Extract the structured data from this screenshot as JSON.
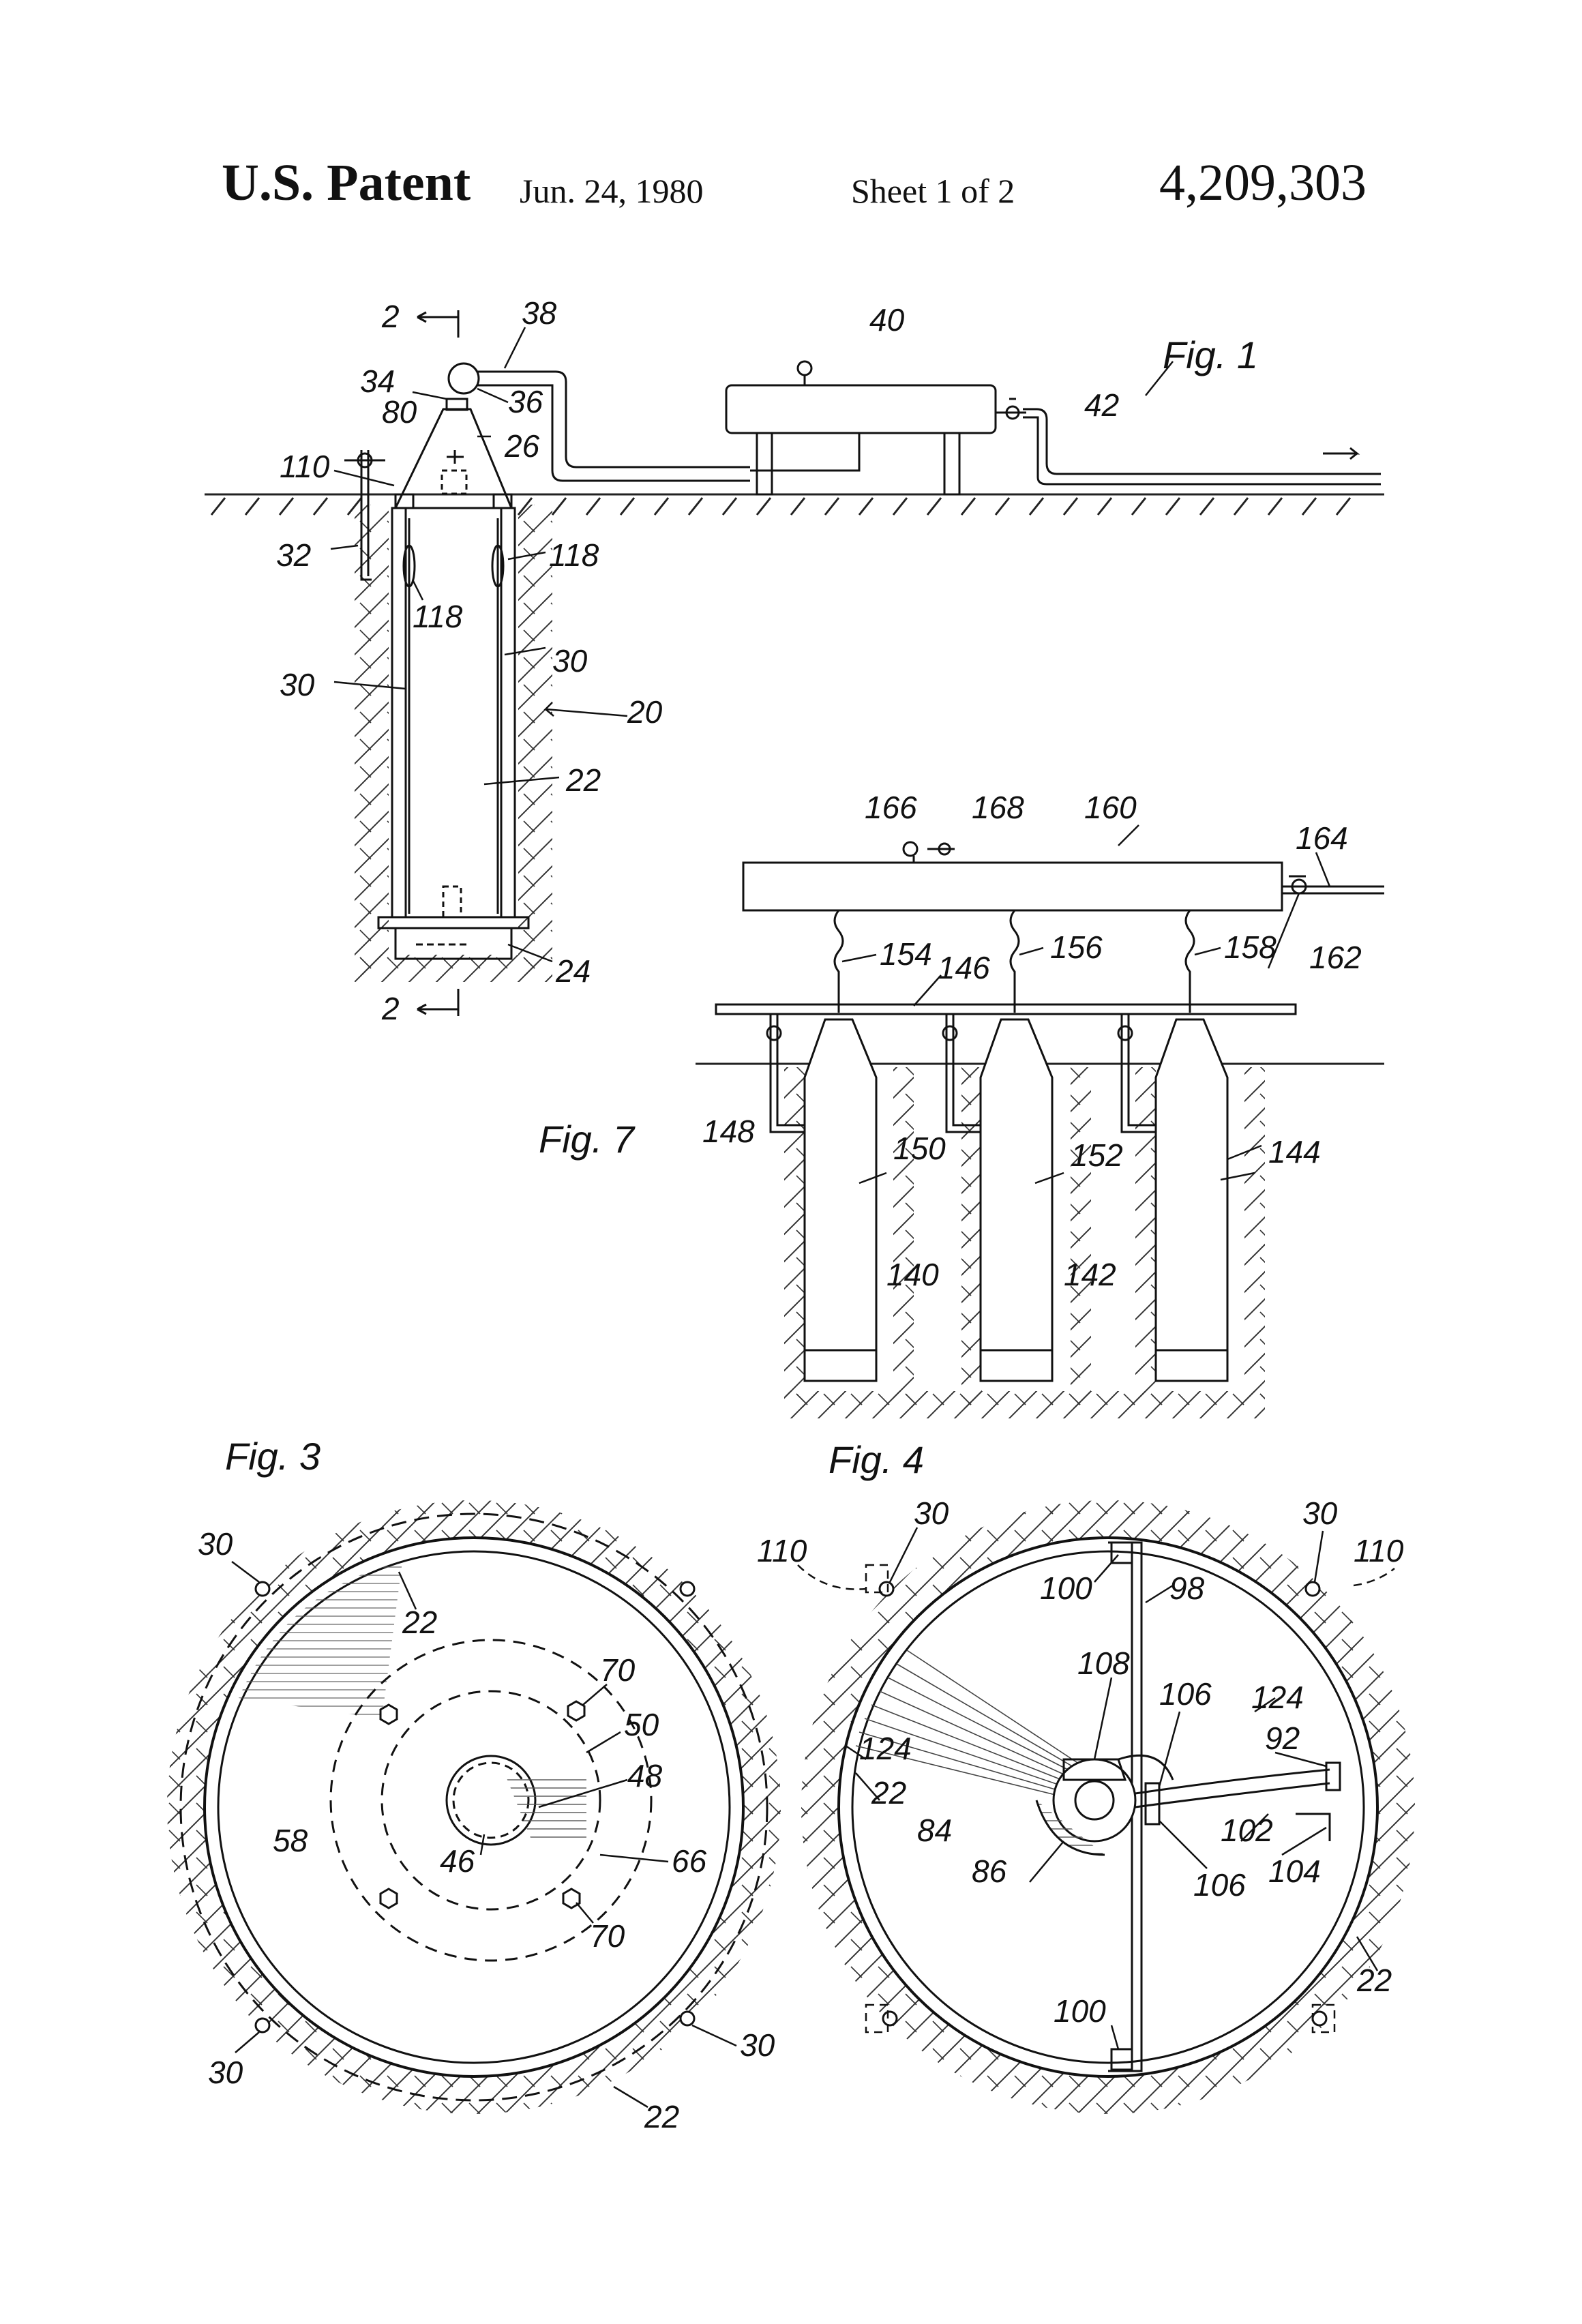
{
  "header": {
    "patent": "U.S. Patent",
    "date": "Jun. 24, 1980",
    "sheet": "Sheet 1 of 2",
    "number": "4,209,303"
  },
  "figures": {
    "fig1": {
      "title": "Fig. 1",
      "labels": [
        "2",
        "38",
        "40",
        "34",
        "36",
        "80",
        "26",
        "42",
        "110",
        "32",
        "118",
        "118",
        "30",
        "30",
        "20",
        "22",
        "24",
        "2"
      ]
    },
    "fig7": {
      "title": "Fig. 7",
      "labels": [
        "166",
        "168",
        "160",
        "164",
        "162",
        "154",
        "146",
        "156",
        "158",
        "148",
        "150",
        "152",
        "144",
        "140",
        "142"
      ]
    },
    "fig3": {
      "title": "Fig. 3",
      "labels": [
        "30",
        "22",
        "70",
        "50",
        "48",
        "58",
        "46",
        "66",
        "70",
        "30",
        "30",
        "22"
      ]
    },
    "fig4": {
      "title": "Fig. 4",
      "labels": [
        "30",
        "110",
        "30",
        "110",
        "100",
        "98",
        "108",
        "106",
        "124",
        "124",
        "92",
        "22",
        "84",
        "86",
        "106",
        "102",
        "104",
        "22",
        "100"
      ]
    }
  }
}
